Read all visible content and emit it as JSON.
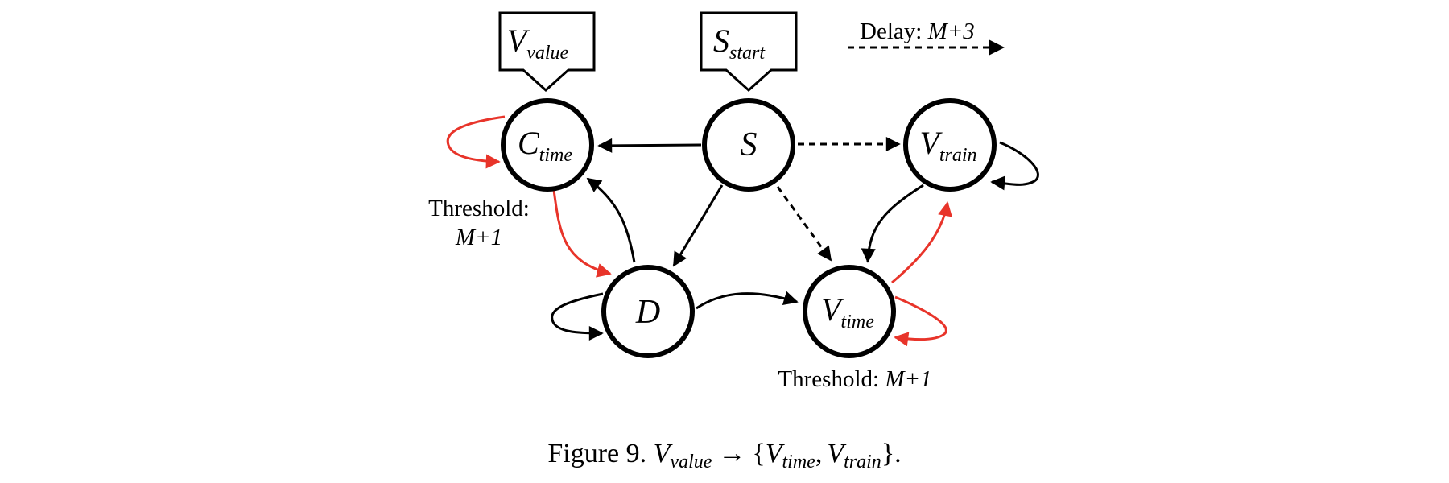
{
  "colors": {
    "stroke": "#000000",
    "inhibitory_edge": "#e8342a",
    "background": "#ffffff"
  },
  "nodes": {
    "c_time": {
      "main": "C",
      "sub": "time"
    },
    "s": {
      "main": "S",
      "sub": ""
    },
    "v_train": {
      "main": "V",
      "sub": "train"
    },
    "d": {
      "main": "D",
      "sub": ""
    },
    "v_time": {
      "main": "V",
      "sub": "time"
    }
  },
  "inputs": {
    "v_value": {
      "main": "V",
      "sub": "value"
    },
    "s_start": {
      "main": "S",
      "sub": "start"
    }
  },
  "legend": {
    "delay_prefix": "Delay: ",
    "delay_value": "M+3"
  },
  "annotations": {
    "c_time_threshold_label": "Threshold:",
    "c_time_threshold_value": "M+1",
    "v_time_threshold_label": "Threshold: ",
    "v_time_threshold_value": "M+1"
  },
  "caption": {
    "prefix": "Figure 9.",
    "from_main": "V",
    "from_sub": "value",
    "arrow": "→",
    "open_brace": "{",
    "to1_main": "V",
    "to1_sub": "time",
    "comma": ",",
    "to2_main": "V",
    "to2_sub": "train",
    "close_brace": "}."
  }
}
